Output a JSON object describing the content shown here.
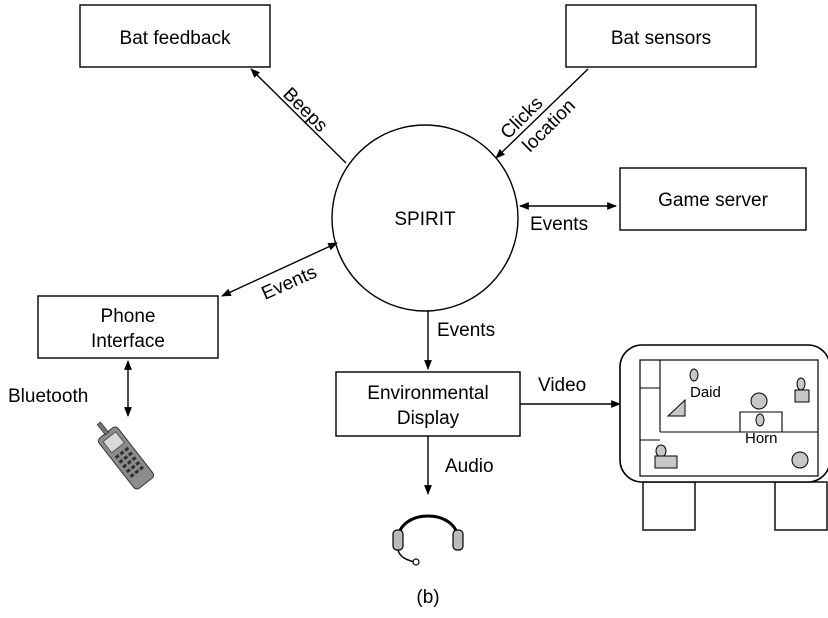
{
  "nodes": {
    "bat_feedback": "Bat feedback",
    "bat_sensors": "Bat sensors",
    "spirit": "SPIRIT",
    "game_server": "Game server",
    "phone_interface": [
      "Phone",
      "Interface"
    ],
    "environmental_display": [
      "Environmental",
      "Display"
    ]
  },
  "edges": {
    "beeps": "Beeps",
    "clicks": "Clicks",
    "location": "location",
    "events_game": "Events",
    "events_phone": "Events",
    "events_display": "Events",
    "video": "Video",
    "audio": "Audio",
    "bluetooth": "Bluetooth"
  },
  "screen": {
    "label_daid": "Daid",
    "label_horn": "Horn"
  },
  "caption": "(b)"
}
